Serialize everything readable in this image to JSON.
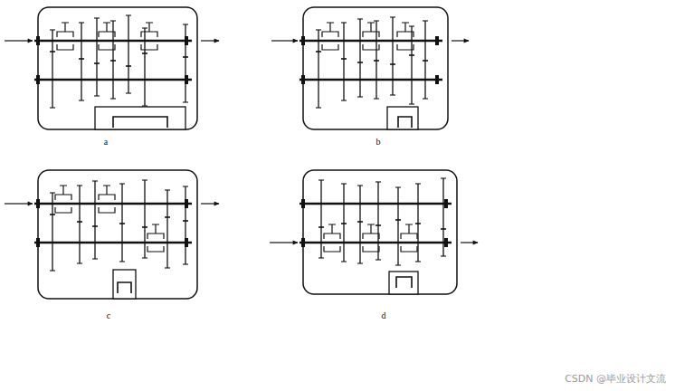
{
  "diagram": {
    "labels": [
      "a",
      "b",
      "c",
      "d",
      "CSDN @毕业设计文流"
    ]
  }
}
